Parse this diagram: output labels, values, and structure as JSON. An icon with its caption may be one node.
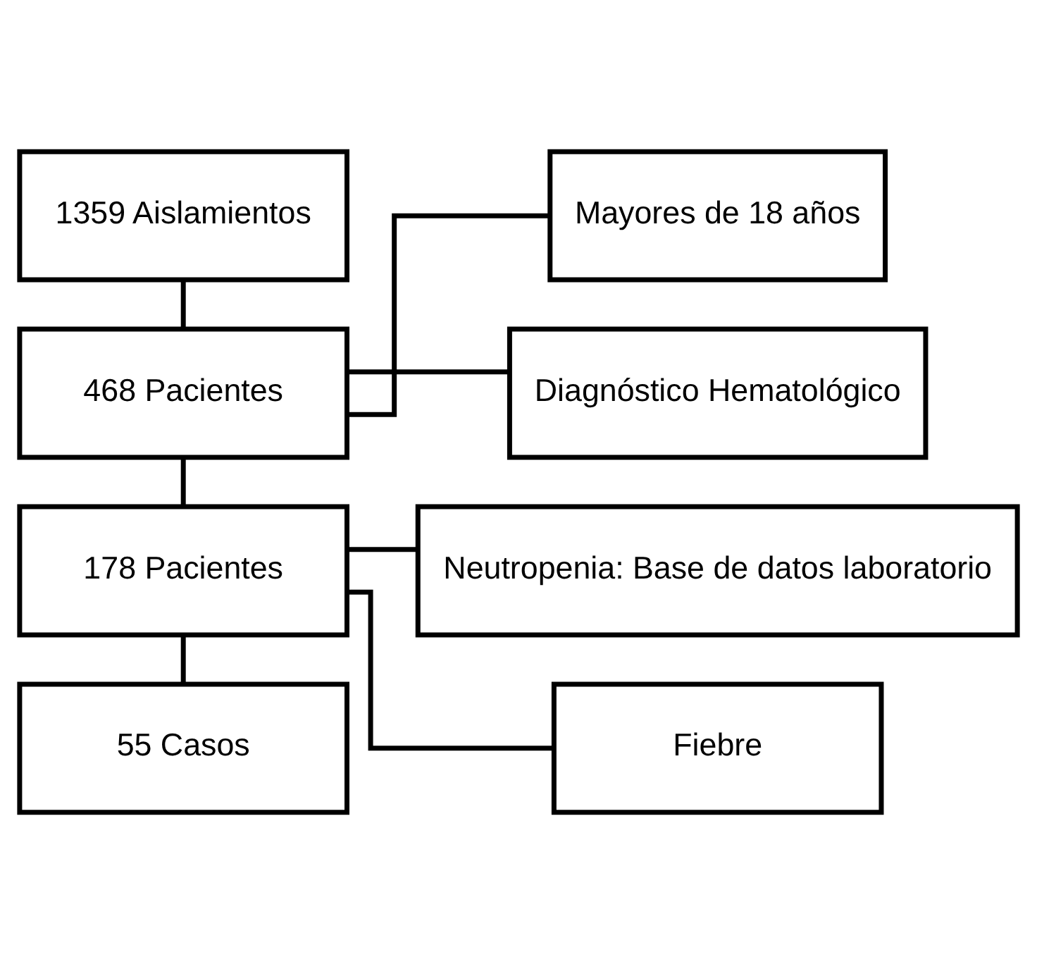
{
  "diagram": {
    "nodes": [
      {
        "text": [
          "1359 Aislamientos"
        ]
      },
      {
        "text": [
          "468 Pacientes"
        ]
      },
      {
        "text": [
          "Mayores de 18 años"
        ]
      },
      {
        "text": [
          "Diagnóstico Hematológico"
        ]
      },
      {
        "text": [
          "178 Pacientes"
        ]
      },
      {
        "text": [
          "Neutropenia: Base de datos laboratorio"
        ]
      },
      {
        "text": [
          "Fiebre"
        ]
      },
      {
        "text": [
          "55 Casos"
        ]
      }
    ],
    "edges": [
      {
        "from": 0,
        "to": 1,
        "arrow": "none"
      },
      {
        "from": 1,
        "to": 2,
        "arrow": "none"
      },
      {
        "from": 1,
        "to": 3,
        "arrow": "none"
      },
      {
        "from": 1,
        "to": 4,
        "arrow": "none"
      },
      {
        "from": 4,
        "to": 5,
        "arrow": "none"
      },
      {
        "from": 4,
        "to": 6,
        "arrow": "none"
      },
      {
        "from": 4,
        "to": 7,
        "arrow": "none"
      }
    ]
  }
}
